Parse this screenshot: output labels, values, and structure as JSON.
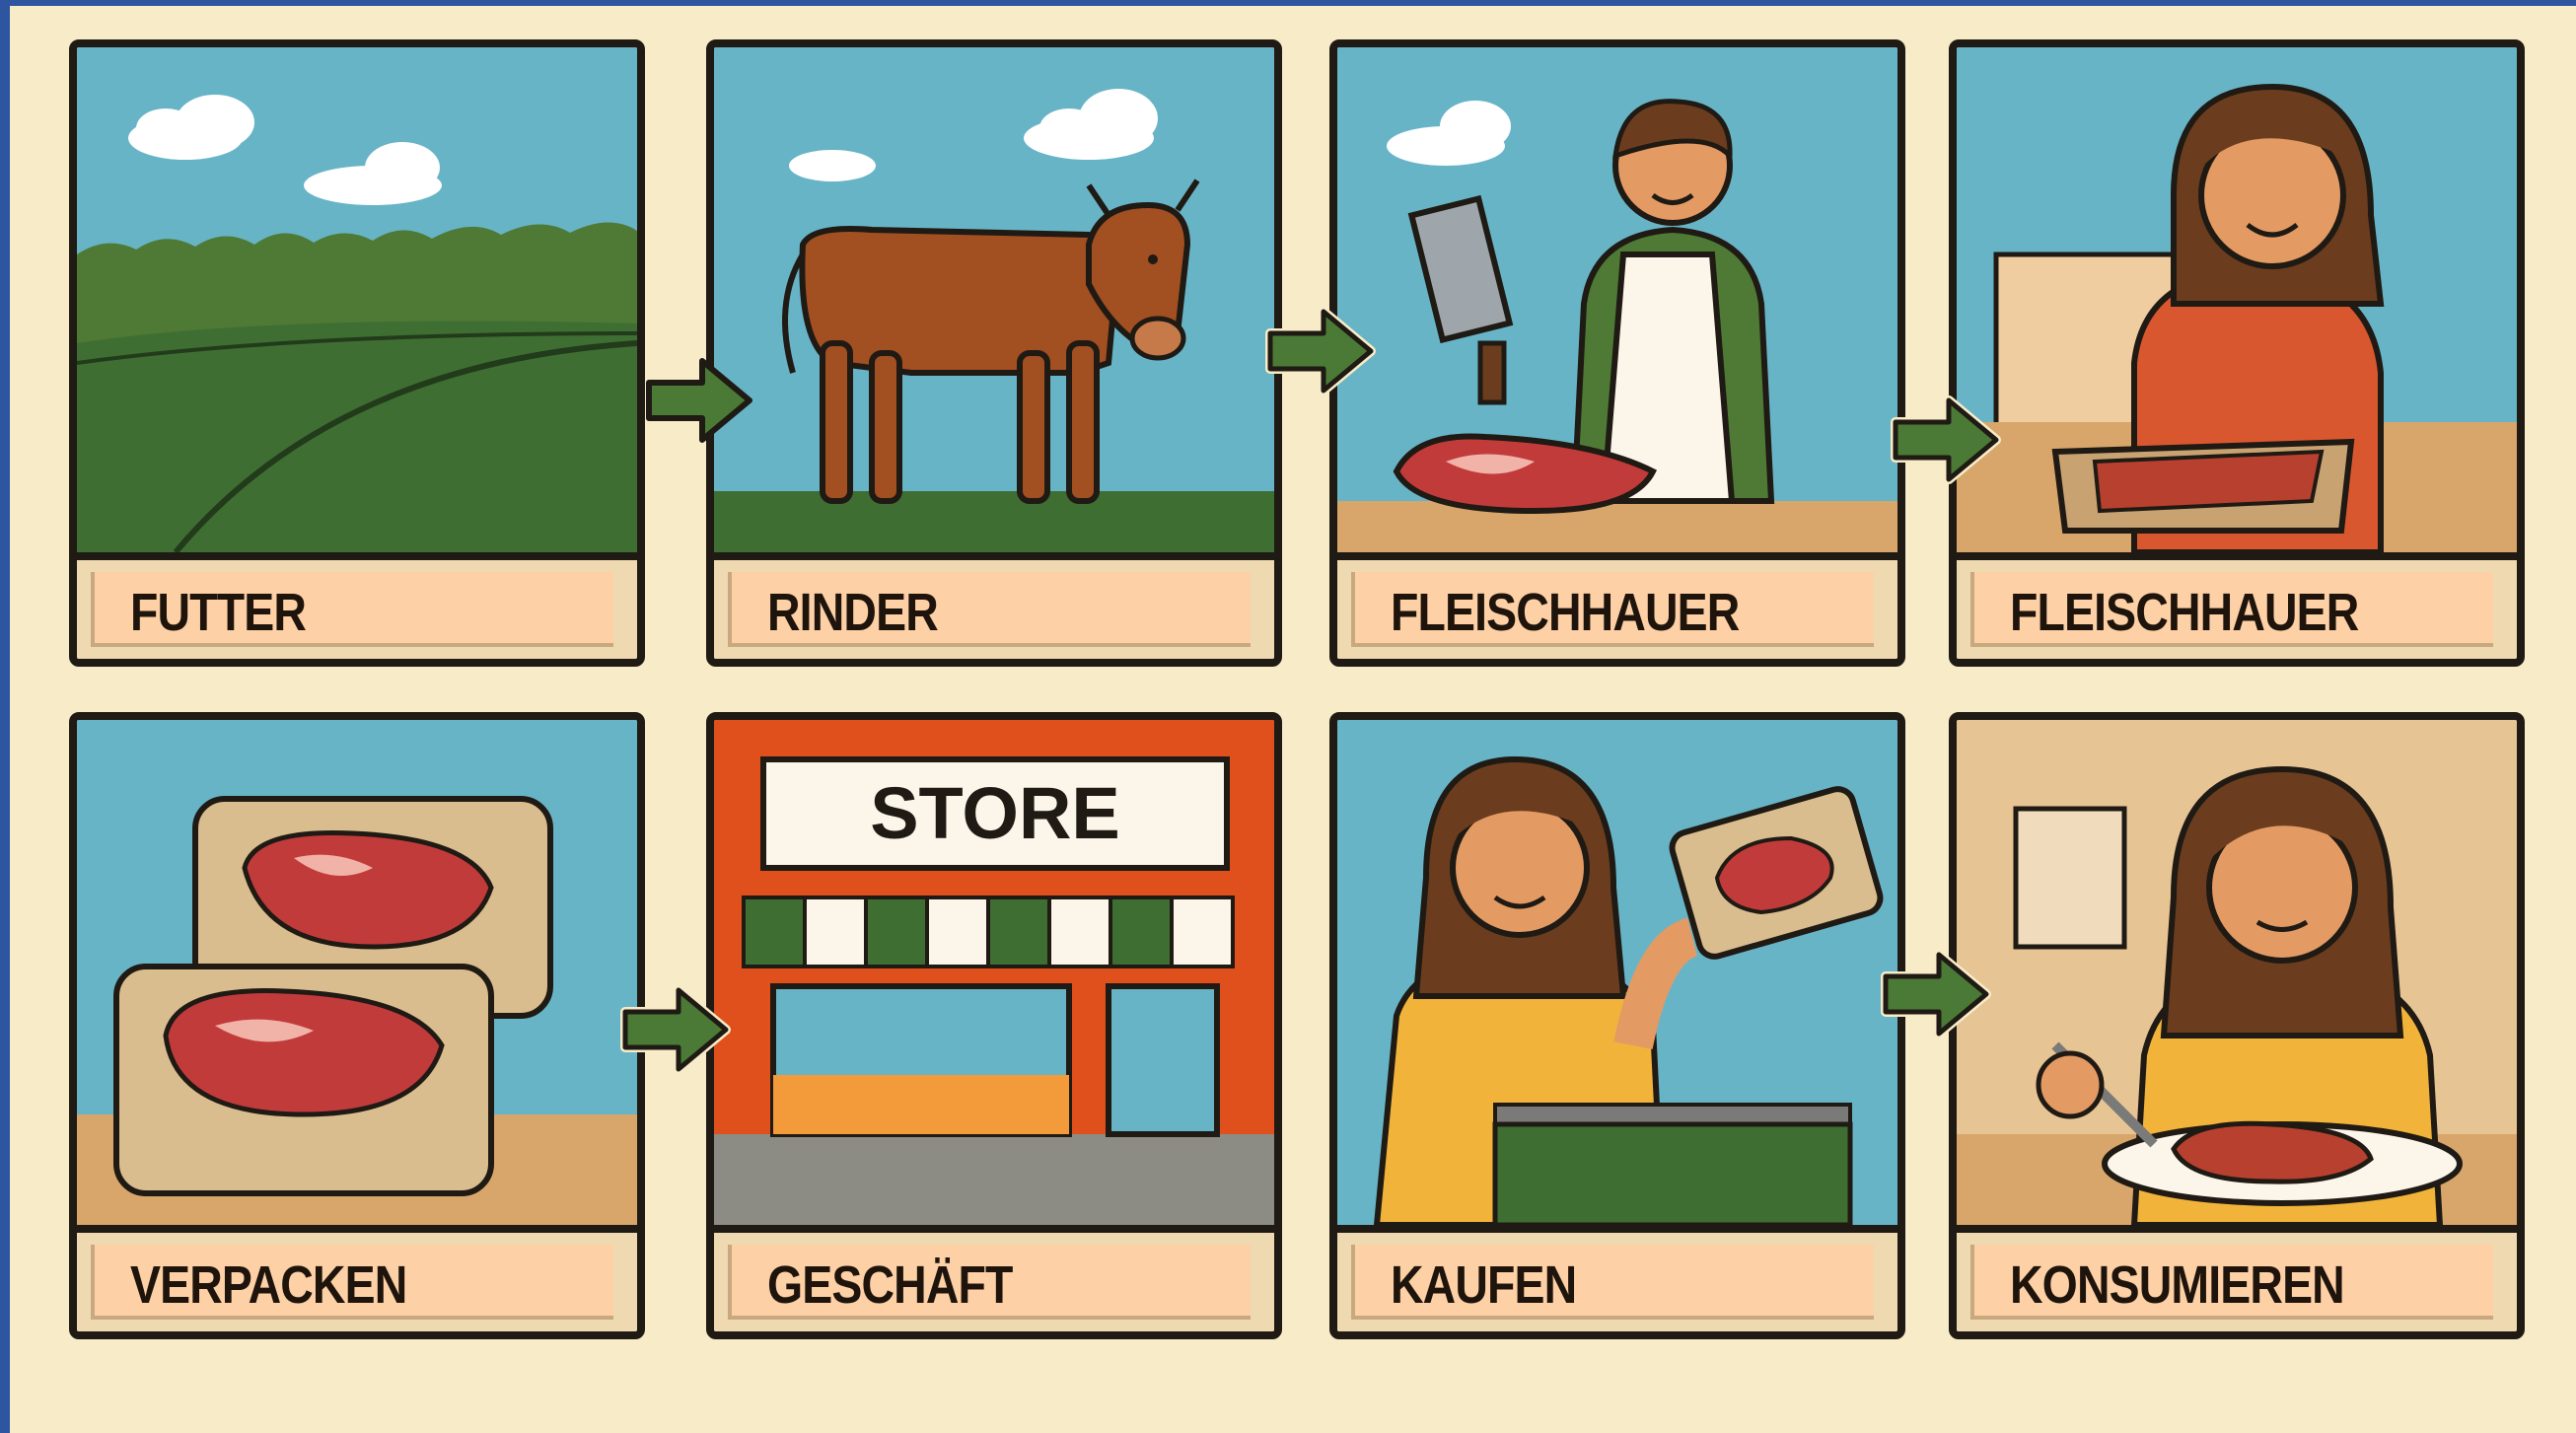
{
  "steps": [
    {
      "label": "FUTTER",
      "icon": "pasture-field-icon"
    },
    {
      "label": "RINDER",
      "icon": "cow-icon"
    },
    {
      "label": "FLEISCHHAUER",
      "icon": "butcher-cleaver-icon"
    },
    {
      "label": "FLEISCHHAUER",
      "icon": "woman-holding-meat-tray-icon"
    },
    {
      "label": "VERPACKEN",
      "icon": "packaged-steak-icon"
    },
    {
      "label": "GESCHÄFT",
      "icon": "storefront-icon",
      "sign": "STORE"
    },
    {
      "label": "KAUFEN",
      "icon": "woman-shopping-cart-icon"
    },
    {
      "label": "KONSUMIEREN",
      "icon": "woman-eating-steak-icon"
    }
  ],
  "arrow_icon": "right-arrow-icon",
  "colors": {
    "background": "#f8ecc8",
    "frame": "#2e55a0",
    "outline": "#1f1a14",
    "caption": "#fdd0a6",
    "sky": "#68b4c7",
    "grass": "#3f6e33",
    "arrow": "#4b7a37",
    "store_red": "#e0501c"
  }
}
